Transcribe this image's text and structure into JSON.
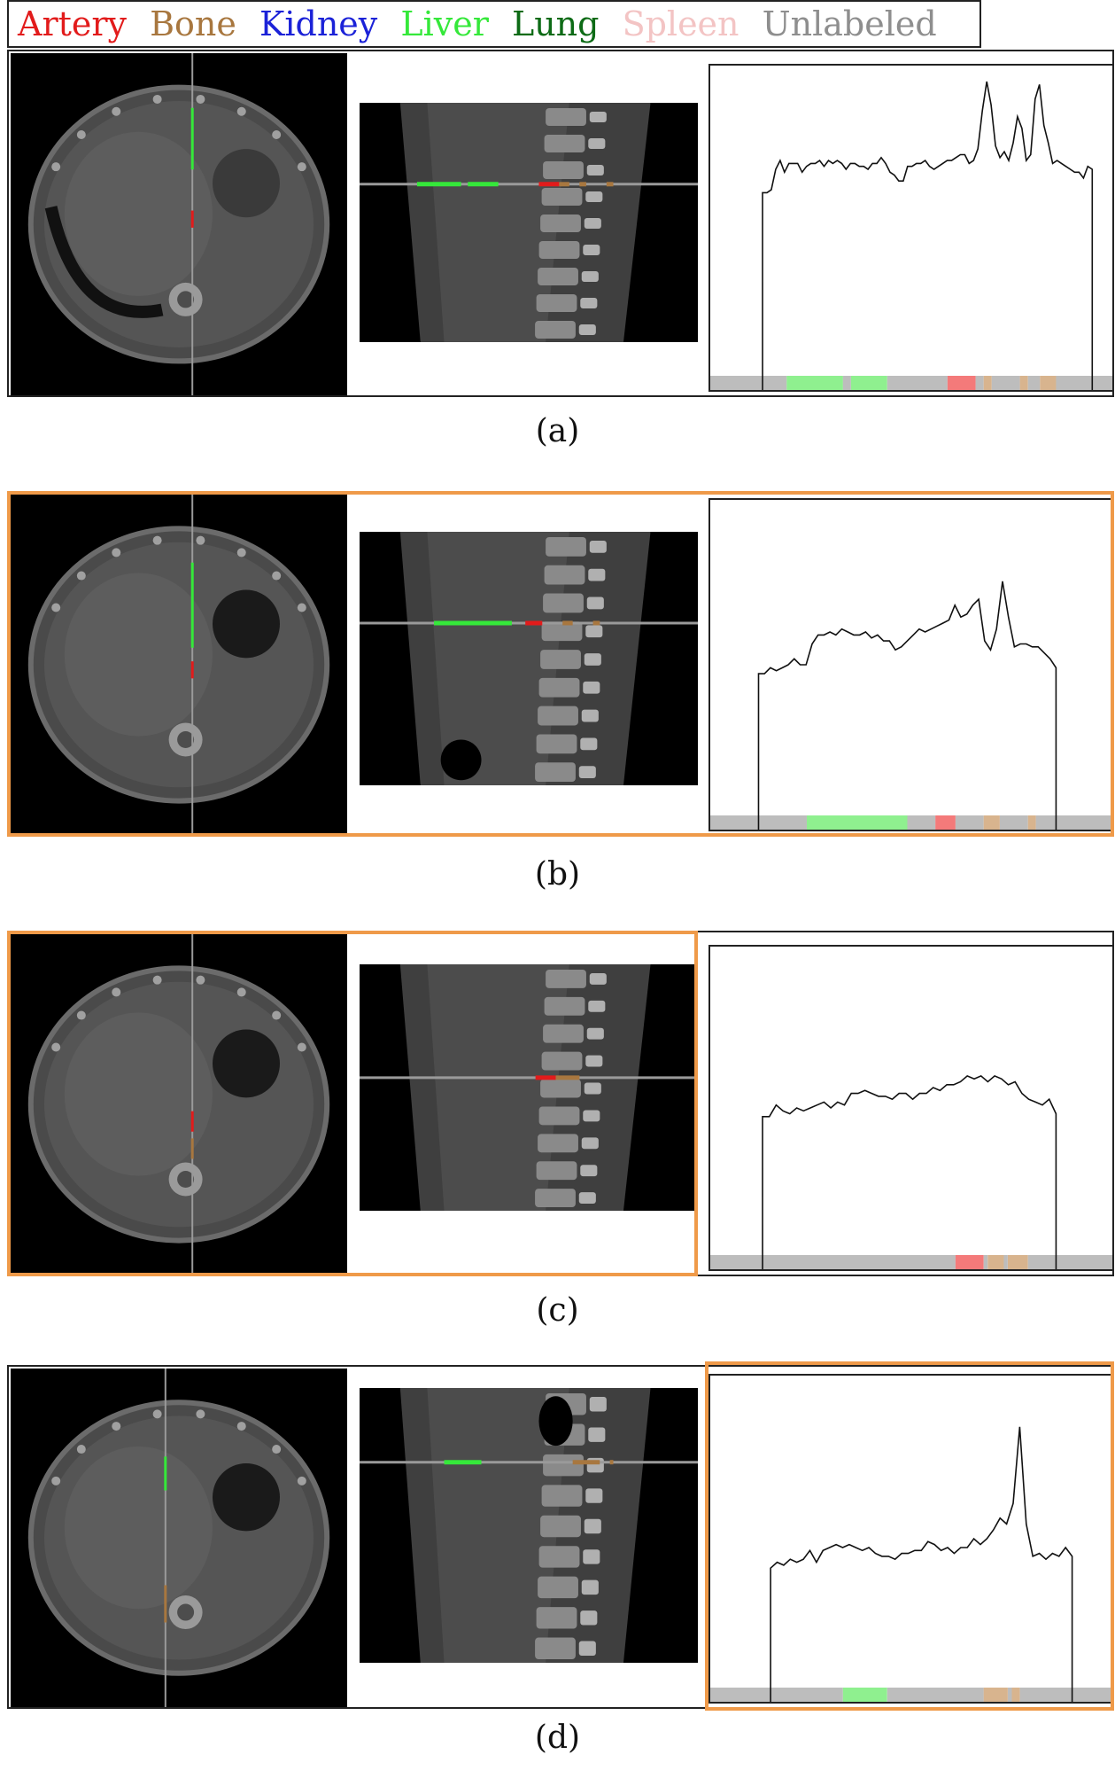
{
  "legend": {
    "items": [
      {
        "label": "Artery",
        "color": "#e21b1b"
      },
      {
        "label": "Bone",
        "color": "#a8773f"
      },
      {
        "label": "Kidney",
        "color": "#1b22d8"
      },
      {
        "label": "Liver",
        "color": "#35e83a"
      },
      {
        "label": "Lung",
        "color": "#0d6b16"
      },
      {
        "label": "Spleen",
        "color": "#f3c4c4"
      },
      {
        "label": "Unlabeled",
        "color": "#8e8e8e"
      }
    ]
  },
  "panels": [
    {
      "caption": "(a)",
      "highlight": "none",
      "strip": [
        {
          "label": "Unlabeled",
          "from": 0.0,
          "to": 0.19
        },
        {
          "label": "Liver",
          "from": 0.19,
          "to": 0.33
        },
        {
          "label": "Unlabeled",
          "from": 0.33,
          "to": 0.35
        },
        {
          "label": "Liver",
          "from": 0.35,
          "to": 0.44
        },
        {
          "label": "Unlabeled",
          "from": 0.44,
          "to": 0.59
        },
        {
          "label": "Artery",
          "from": 0.59,
          "to": 0.66
        },
        {
          "label": "Unlabeled",
          "from": 0.66,
          "to": 0.68
        },
        {
          "label": "Bone",
          "from": 0.68,
          "to": 0.7
        },
        {
          "label": "Unlabeled",
          "from": 0.7,
          "to": 0.77
        },
        {
          "label": "Bone",
          "from": 0.77,
          "to": 0.79
        },
        {
          "label": "Unlabeled",
          "from": 0.79,
          "to": 0.82
        },
        {
          "label": "Bone",
          "from": 0.82,
          "to": 0.86
        },
        {
          "label": "Unlabeled",
          "from": 0.86,
          "to": 1.0
        }
      ],
      "profile": [
        0.62,
        0.62,
        0.63,
        0.7,
        0.73,
        0.69,
        0.72,
        0.72,
        0.72,
        0.69,
        0.71,
        0.72,
        0.72,
        0.73,
        0.71,
        0.73,
        0.72,
        0.73,
        0.72,
        0.7,
        0.72,
        0.72,
        0.71,
        0.71,
        0.7,
        0.72,
        0.72,
        0.74,
        0.72,
        0.69,
        0.68,
        0.66,
        0.66,
        0.71,
        0.71,
        0.72,
        0.72,
        0.73,
        0.71,
        0.7,
        0.71,
        0.72,
        0.73,
        0.73,
        0.74,
        0.75,
        0.75,
        0.72,
        0.73,
        0.77,
        0.9,
        1.0,
        0.92,
        0.78,
        0.74,
        0.76,
        0.73,
        0.79,
        0.88,
        0.84,
        0.73,
        0.75,
        0.94,
        0.99,
        0.85,
        0.79,
        0.72,
        0.73,
        0.72,
        0.71,
        0.7,
        0.69,
        0.69,
        0.67,
        0.71,
        0.7
      ]
    },
    {
      "caption": "(b)",
      "highlight": "full",
      "strip": [
        {
          "label": "Unlabeled",
          "from": 0.0,
          "to": 0.24
        },
        {
          "label": "Liver",
          "from": 0.24,
          "to": 0.49
        },
        {
          "label": "Unlabeled",
          "from": 0.49,
          "to": 0.56
        },
        {
          "label": "Artery",
          "from": 0.56,
          "to": 0.61
        },
        {
          "label": "Unlabeled",
          "from": 0.61,
          "to": 0.68
        },
        {
          "label": "Bone",
          "from": 0.68,
          "to": 0.72
        },
        {
          "label": "Unlabeled",
          "from": 0.72,
          "to": 0.79
        },
        {
          "label": "Bone",
          "from": 0.79,
          "to": 0.81
        },
        {
          "label": "Unlabeled",
          "from": 0.81,
          "to": 1.0
        }
      ],
      "profile": [
        0.47,
        0.47,
        0.49,
        0.48,
        0.49,
        0.5,
        0.52,
        0.5,
        0.5,
        0.57,
        0.6,
        0.6,
        0.61,
        0.6,
        0.62,
        0.61,
        0.6,
        0.6,
        0.61,
        0.59,
        0.6,
        0.58,
        0.58,
        0.55,
        0.56,
        0.58,
        0.6,
        0.62,
        0.61,
        0.62,
        0.63,
        0.64,
        0.65,
        0.7,
        0.66,
        0.67,
        0.7,
        0.72,
        0.58,
        0.55,
        0.62,
        0.78,
        0.66,
        0.56,
        0.57,
        0.57,
        0.56,
        0.56,
        0.54,
        0.52,
        0.49
      ]
    },
    {
      "caption": "(c)",
      "highlight": "left",
      "strip": [
        {
          "label": "Unlabeled",
          "from": 0.0,
          "to": 0.61
        },
        {
          "label": "Artery",
          "from": 0.61,
          "to": 0.68
        },
        {
          "label": "Unlabeled",
          "from": 0.68,
          "to": 0.69
        },
        {
          "label": "Bone",
          "from": 0.69,
          "to": 0.73
        },
        {
          "label": "Unlabeled",
          "from": 0.73,
          "to": 0.74
        },
        {
          "label": "Bone",
          "from": 0.74,
          "to": 0.79
        },
        {
          "label": "Unlabeled",
          "from": 0.79,
          "to": 1.0
        }
      ],
      "profile": [
        0.47,
        0.47,
        0.51,
        0.49,
        0.48,
        0.5,
        0.49,
        0.5,
        0.51,
        0.52,
        0.5,
        0.52,
        0.51,
        0.55,
        0.55,
        0.56,
        0.55,
        0.54,
        0.54,
        0.53,
        0.55,
        0.55,
        0.53,
        0.55,
        0.55,
        0.57,
        0.56,
        0.58,
        0.58,
        0.59,
        0.61,
        0.6,
        0.61,
        0.59,
        0.61,
        0.6,
        0.58,
        0.59,
        0.55,
        0.53,
        0.52,
        0.51,
        0.53,
        0.48
      ]
    },
    {
      "caption": "(d)",
      "highlight": "right",
      "strip": [
        {
          "label": "Unlabeled",
          "from": 0.0,
          "to": 0.33
        },
        {
          "label": "Liver",
          "from": 0.33,
          "to": 0.44
        },
        {
          "label": "Unlabeled",
          "from": 0.44,
          "to": 0.68
        },
        {
          "label": "Bone",
          "from": 0.68,
          "to": 0.74
        },
        {
          "label": "Unlabeled",
          "from": 0.74,
          "to": 0.75
        },
        {
          "label": "Bone",
          "from": 0.75,
          "to": 0.77
        },
        {
          "label": "Unlabeled",
          "from": 0.77,
          "to": 1.0
        }
      ],
      "profile": [
        0.4,
        0.42,
        0.41,
        0.43,
        0.42,
        0.43,
        0.46,
        0.42,
        0.46,
        0.47,
        0.48,
        0.47,
        0.48,
        0.47,
        0.46,
        0.47,
        0.45,
        0.44,
        0.44,
        0.43,
        0.45,
        0.45,
        0.46,
        0.46,
        0.49,
        0.48,
        0.46,
        0.47,
        0.45,
        0.47,
        0.47,
        0.5,
        0.48,
        0.5,
        0.53,
        0.57,
        0.55,
        0.62,
        0.88,
        0.55,
        0.44,
        0.45,
        0.43,
        0.45,
        0.44,
        0.47,
        0.44
      ]
    }
  ]
}
